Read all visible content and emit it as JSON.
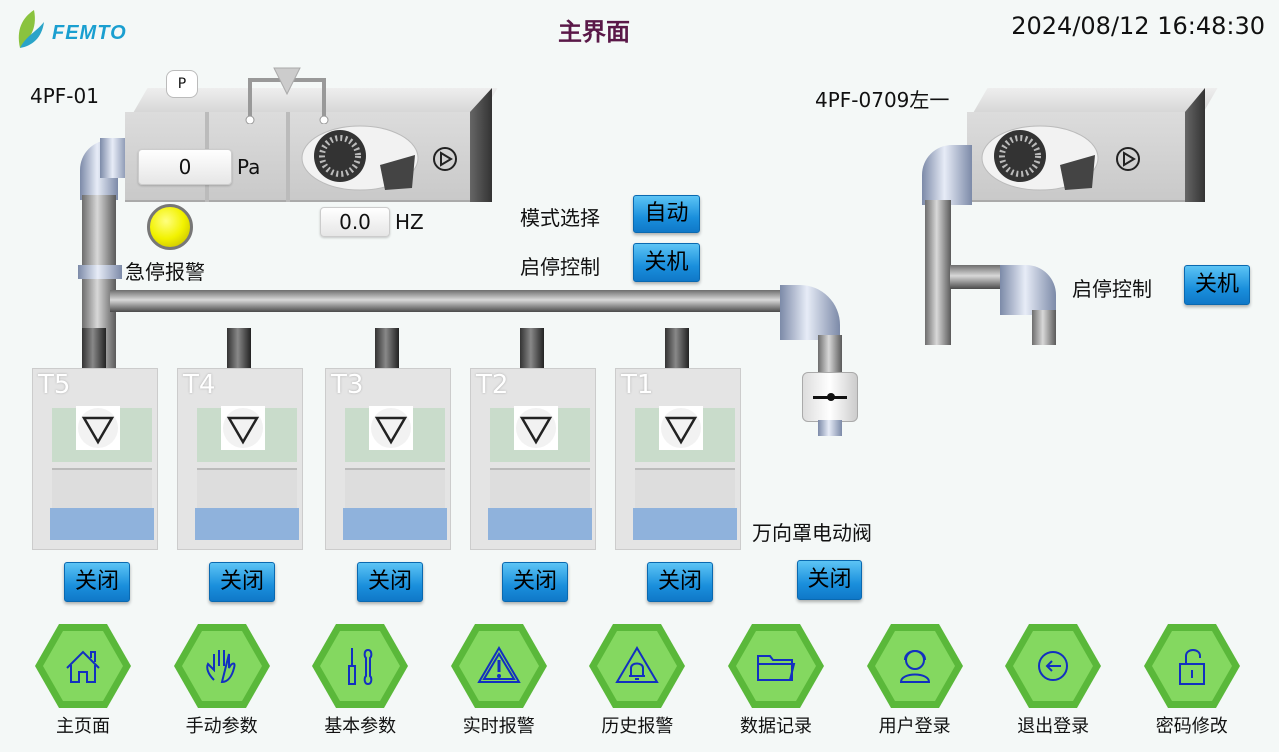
{
  "header": {
    "brand": "FEMTO",
    "title": "主界面",
    "datetime": "2024/08/12 16:48:30"
  },
  "unit_left": {
    "name": "4PF-01",
    "pressure_value": "0",
    "pressure_unit": "Pa",
    "freq_value": "0.0",
    "freq_unit": "HZ",
    "sensor_label": "P",
    "alarm_label": "急停报警",
    "mode_label": "模式选择",
    "mode_button": "自动",
    "power_label": "启停控制",
    "power_button": "关机"
  },
  "unit_right": {
    "name": "4PF-0709左一",
    "power_label": "启停控制",
    "power_button": "关机"
  },
  "hoods": [
    {
      "tag": "T5",
      "button": "关闭"
    },
    {
      "tag": "T4",
      "button": "关闭"
    },
    {
      "tag": "T3",
      "button": "关闭"
    },
    {
      "tag": "T2",
      "button": "关闭"
    },
    {
      "tag": "T1",
      "button": "关闭"
    }
  ],
  "valve": {
    "label": "万向罩电动阀",
    "button": "关闭"
  },
  "nav": [
    {
      "label": "主页面",
      "icon": "home-icon"
    },
    {
      "label": "手动参数",
      "icon": "hand-icon"
    },
    {
      "label": "基本参数",
      "icon": "tools-icon"
    },
    {
      "label": "实时报警",
      "icon": "warning-icon"
    },
    {
      "label": "历史报警",
      "icon": "bell-alarm-icon"
    },
    {
      "label": "数据记录",
      "icon": "folder-icon"
    },
    {
      "label": "用户登录",
      "icon": "user-icon"
    },
    {
      "label": "退出登录",
      "icon": "logout-icon"
    },
    {
      "label": "密码修改",
      "icon": "unlock-icon"
    }
  ],
  "colors": {
    "title": "#5a1848",
    "button": "#1a8fdc",
    "nav_hex": "#6cc84a",
    "alarm_lamp": "#f2f200"
  }
}
